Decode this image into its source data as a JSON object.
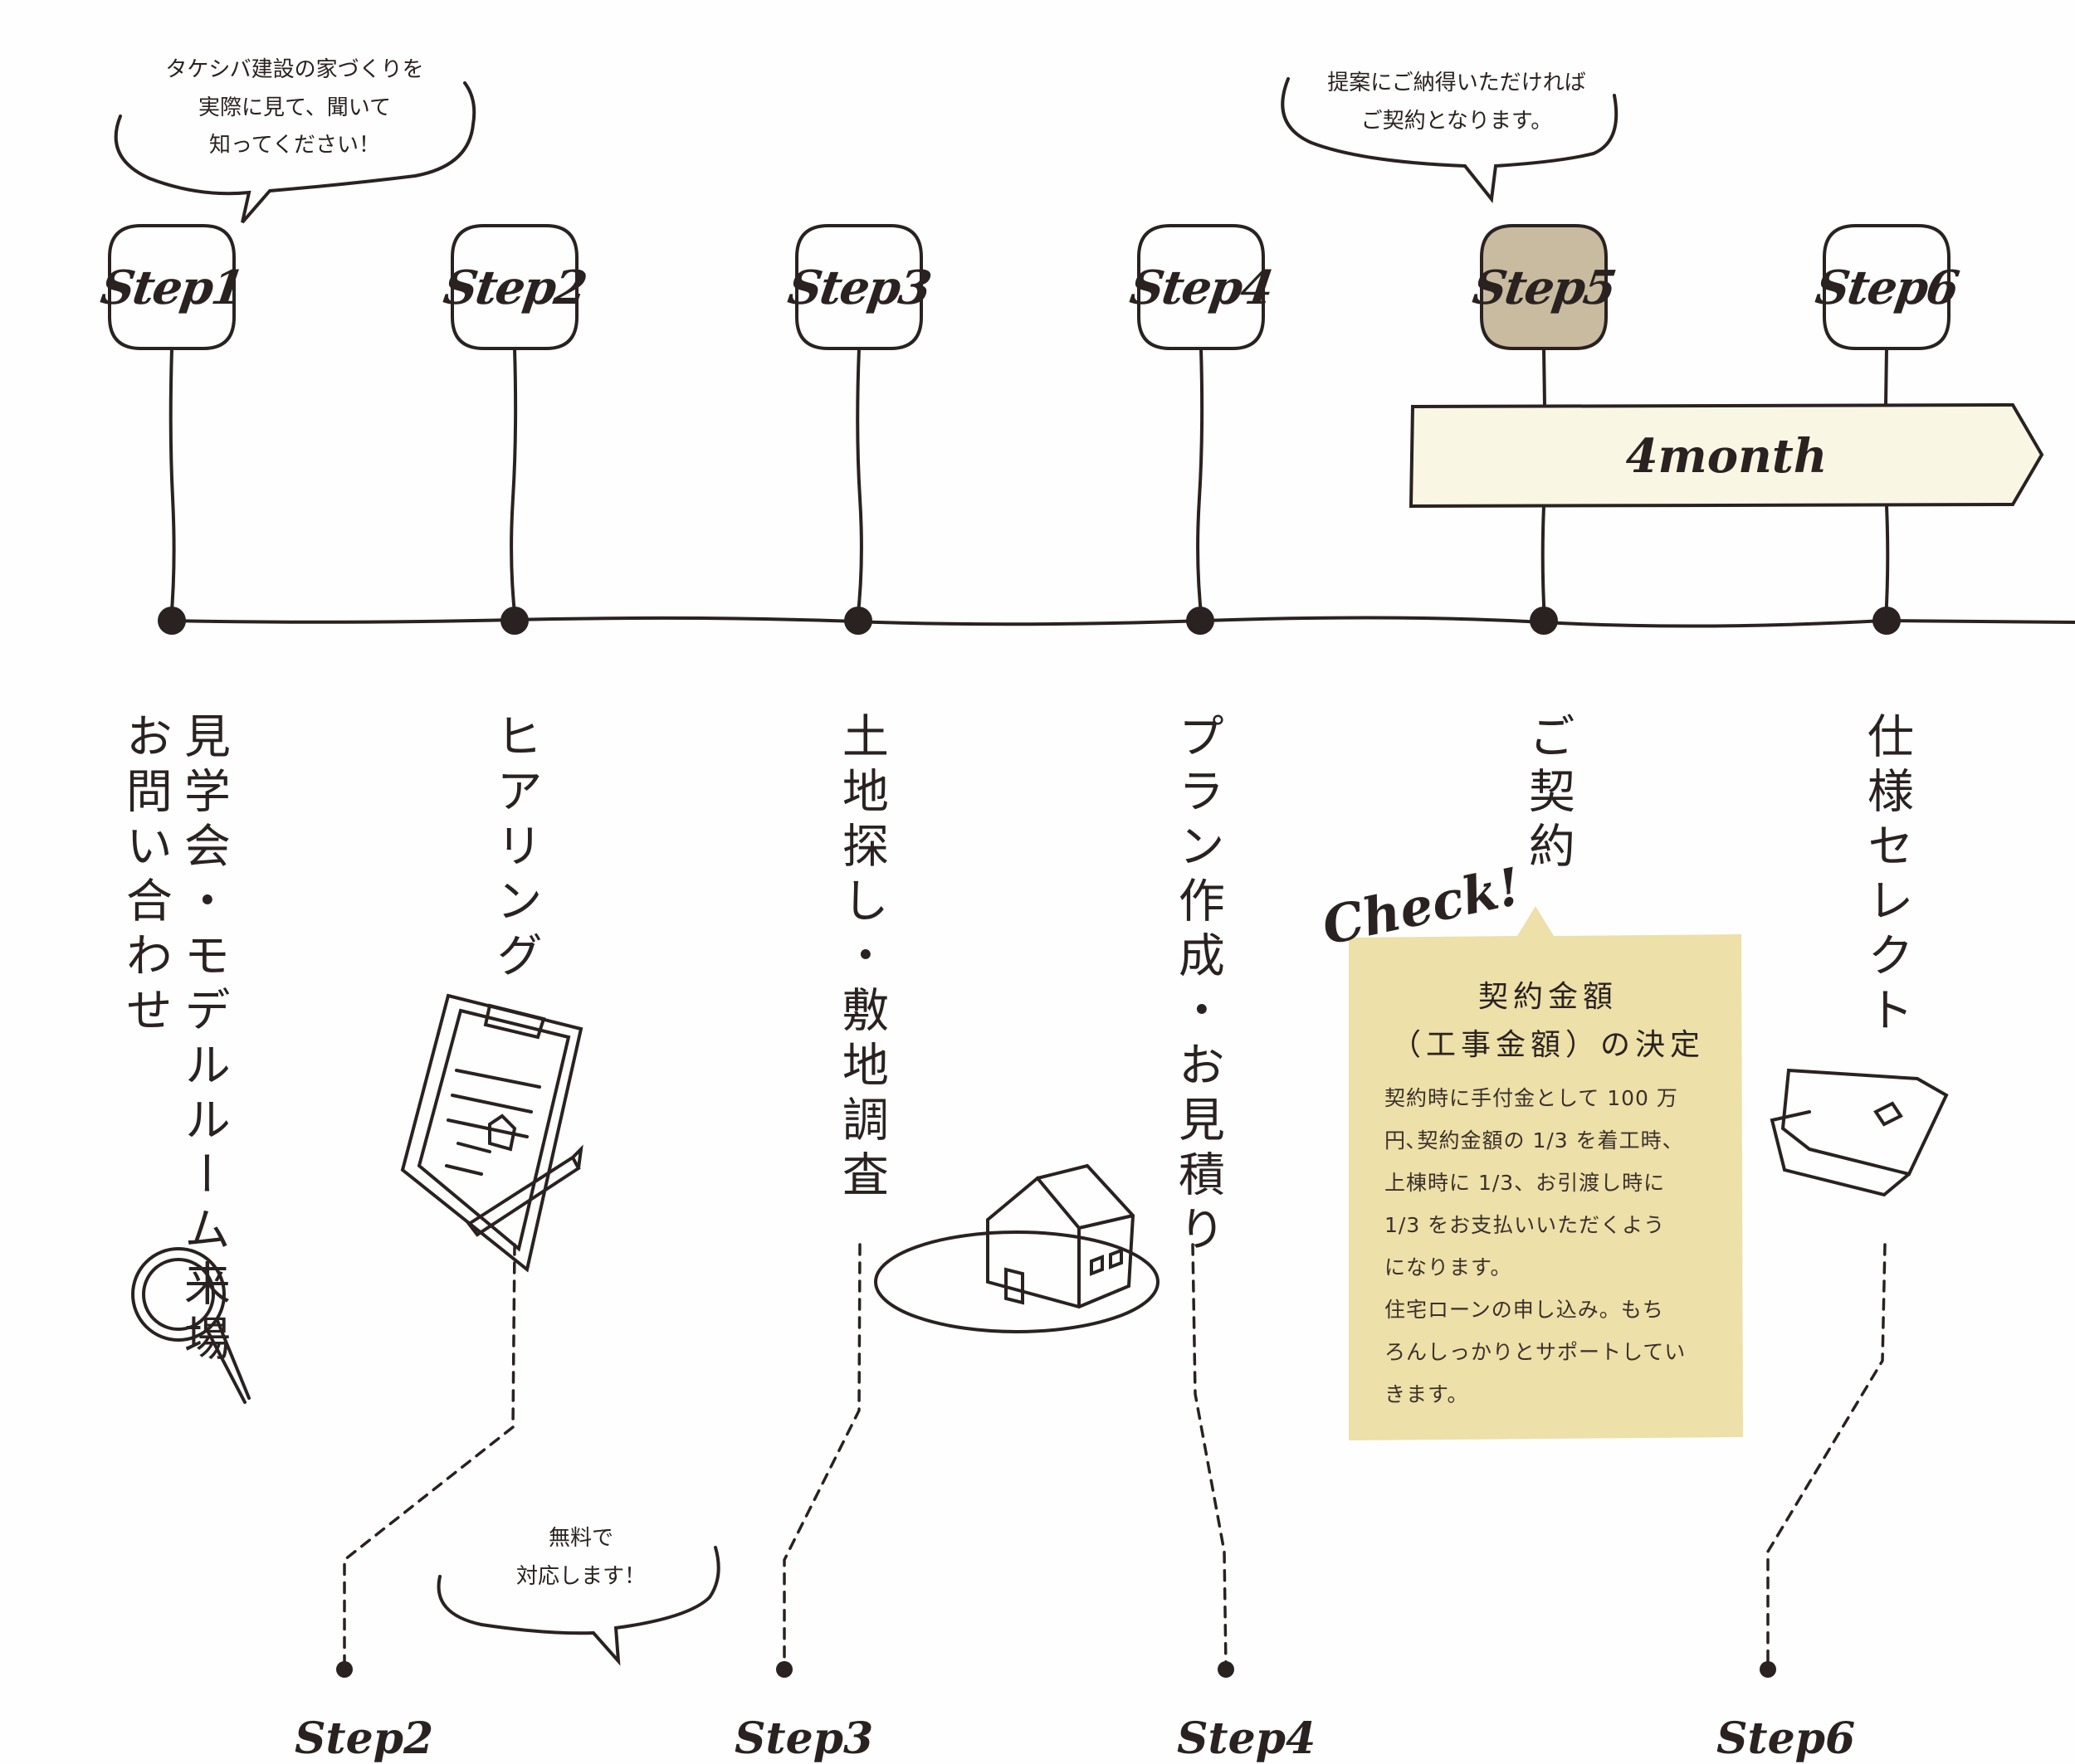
{
  "bubbles": {
    "step1": [
      "タケシバ建設の家づくりを",
      "実際に見て、聞いて",
      "知ってください！"
    ],
    "step5": [
      "提案にご納得いただければ",
      "ご契約となります。"
    ],
    "free": [
      "無料で",
      "対応します！"
    ]
  },
  "steps": [
    {
      "badge": "Step1",
      "title": "見学会・モデルルーム来場",
      "title2": "お問い合わせ"
    },
    {
      "badge": "Step2",
      "title": "ヒアリング"
    },
    {
      "badge": "Step3",
      "title": "土地探し・敷地調査"
    },
    {
      "badge": "Step4",
      "title": "プラン作成・お見積り"
    },
    {
      "badge": "Step5",
      "title": "ご契約",
      "highlight": true
    },
    {
      "badge": "Step6",
      "title": "仕様セレクト"
    }
  ],
  "duration_arrow": "4month",
  "note": {
    "check": "Check!",
    "title_line1": "契約金額",
    "title_line2": "（工事金額）の決定",
    "body": [
      "契約時に手付金として 100 万",
      "円､契約金額の 1/3 を着工時、",
      "上棟時に 1/3、お引渡し時に",
      "1/3 をお支払いいただくよう",
      "になります。",
      "住宅ローンの申し込み。もち",
      "ろんしっかりとサポートしてい",
      "きます。"
    ]
  },
  "bottom_steps": [
    "Step2",
    "Step3",
    "Step4",
    "Step6"
  ],
  "colors": {
    "ink": "#2a2220",
    "highlight_badge": "#c9bba0",
    "arrow_fill": "#faf6e4",
    "note_fill": "#ede0a8"
  }
}
